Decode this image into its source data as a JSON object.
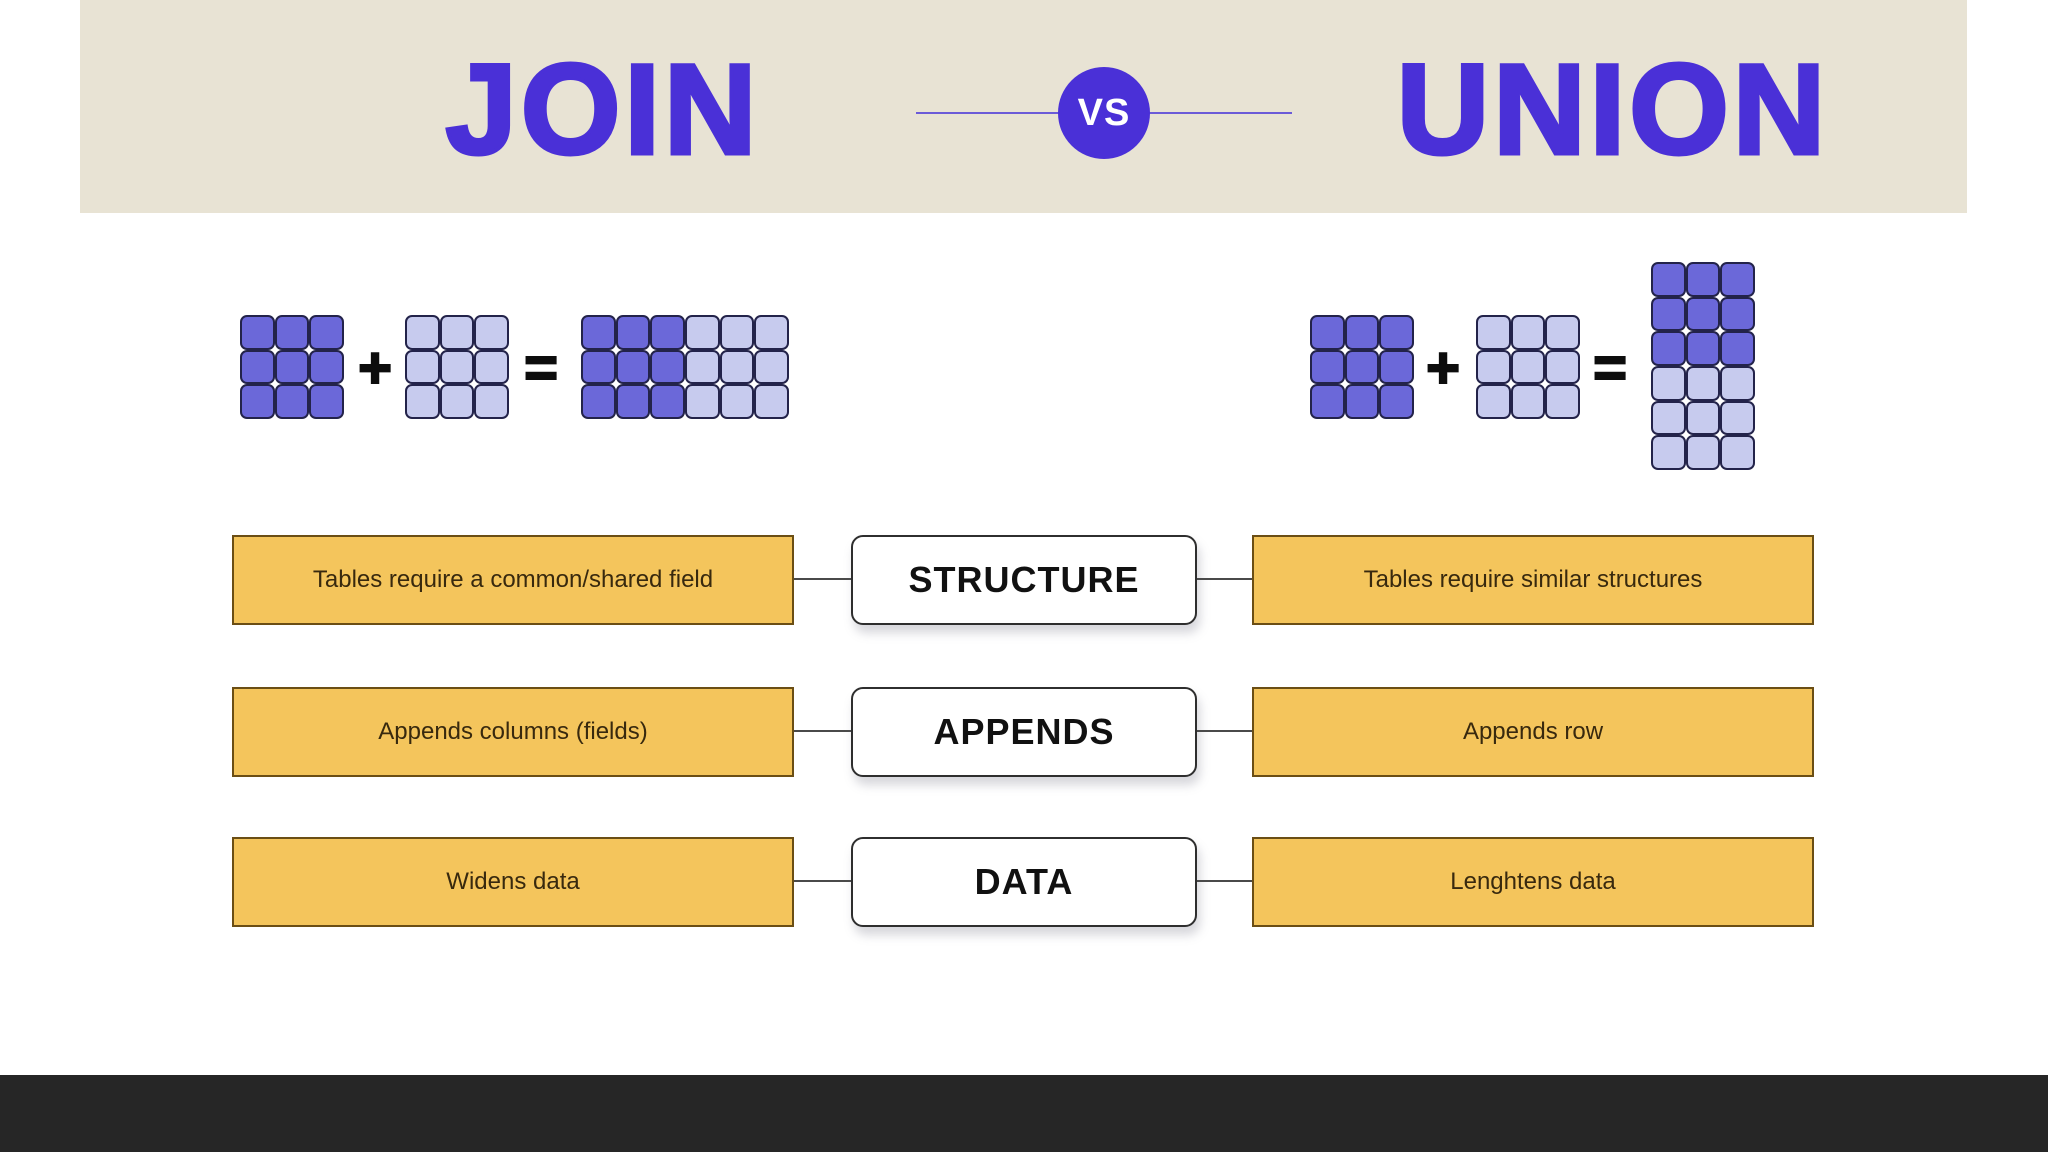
{
  "header": {
    "left_title": "JOIN",
    "vs_label": "VS",
    "right_title": "UNION"
  },
  "equations": {
    "plus_symbol": "+",
    "equals_symbol": "="
  },
  "grids": {
    "dark_color": "#6b68d9",
    "light_color": "#c7cbee",
    "join": {
      "table_a": {
        "rows": 3,
        "cols": 3,
        "fill": "dark"
      },
      "table_b": {
        "rows": 3,
        "cols": 3,
        "fill": "light"
      },
      "result": {
        "rows": 3,
        "cols": 6,
        "fill": "half-cols"
      }
    },
    "union": {
      "table_a": {
        "rows": 3,
        "cols": 3,
        "fill": "dark"
      },
      "table_b": {
        "rows": 3,
        "cols": 3,
        "fill": "light"
      },
      "result": {
        "rows": 6,
        "cols": 3,
        "fill": "half-rows"
      }
    }
  },
  "rows": [
    {
      "left": "Tables require a common/shared field",
      "center": "STRUCTURE",
      "right": "Tables require similar structures"
    },
    {
      "left": "Appends columns (fields)",
      "center": "APPENDS",
      "right": "Appends row"
    },
    {
      "left": "Widens data",
      "center": "DATA",
      "right": "Lenghtens data"
    }
  ],
  "colors": {
    "accent": "#4a30d7",
    "line_purple": "#6b5bd8",
    "header_bg": "#e8e3d4",
    "page_bg": "#ffffff",
    "pill_yellow": "#f4c55c",
    "pill_border": "#6b4e14",
    "pill_text": "#38290e",
    "cell_border": "#23234a",
    "footer_bg": "#262626"
  }
}
